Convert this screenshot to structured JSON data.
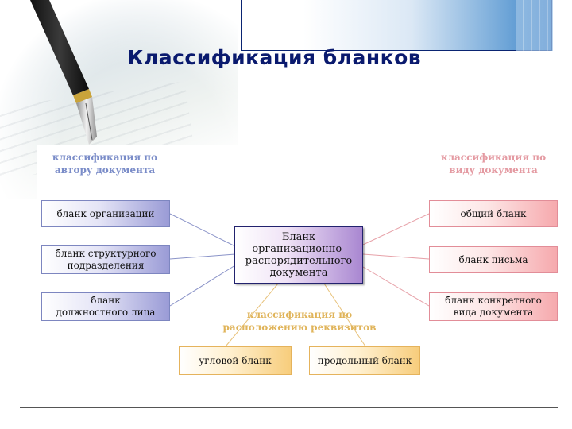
{
  "slide": {
    "title": "Классификация бланков"
  },
  "diagram": {
    "center": {
      "line1": "Бланк",
      "line2": "организационно-",
      "line3": "распорядительного",
      "line4": "документа"
    },
    "left_group": {
      "caption_line1": "классификация по",
      "caption_line2": "автору документа",
      "items": [
        {
          "line1": "бланк организации",
          "line2": ""
        },
        {
          "line1": "бланк структурного",
          "line2": "подразделения"
        },
        {
          "line1": "бланк",
          "line2": "должностного лица"
        }
      ]
    },
    "right_group": {
      "caption_line1": "классификация по",
      "caption_line2": "виду документа",
      "items": [
        {
          "line1": "общий бланк",
          "line2": ""
        },
        {
          "line1": "бланк письма",
          "line2": ""
        },
        {
          "line1": "бланк конкретного",
          "line2": "вида документа"
        }
      ]
    },
    "bottom_group": {
      "caption_line1": "классификация по",
      "caption_line2": "расположению реквизитов",
      "items": [
        {
          "line1": "угловой бланк"
        },
        {
          "line1": "продольный бланк"
        }
      ]
    }
  },
  "colors": {
    "title": "#0a1a6e",
    "left_accent": "#7d86c0",
    "right_accent": "#e28d98",
    "bottom_accent": "#e5b35c",
    "center_accent": "#a987d1"
  }
}
